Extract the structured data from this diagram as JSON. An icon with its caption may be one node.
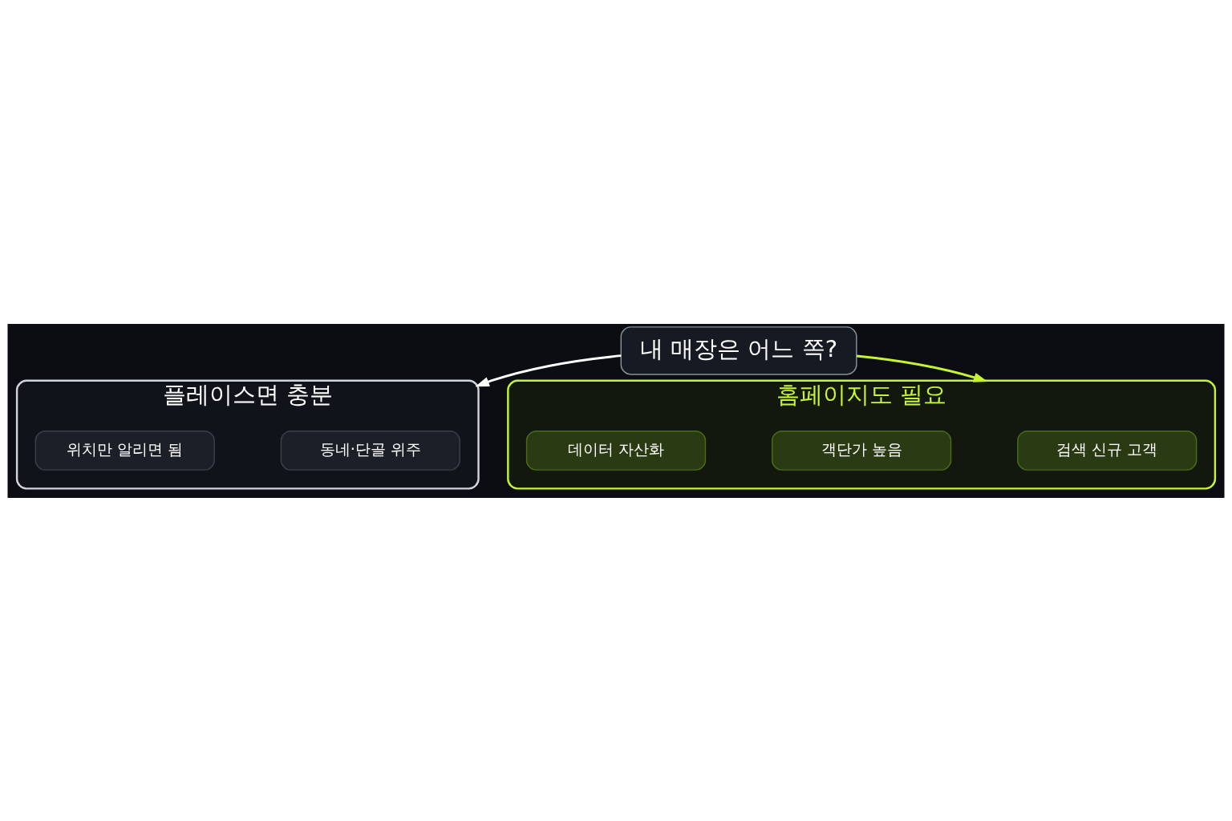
{
  "diagram": {
    "nodes": [
      {
        "text": [
          "내 매장은 어느 쪽?"
        ]
      },
      {
        "text": [
          "플레이스면 충분"
        ]
      },
      {
        "text": [
          "동네·단골 위주"
        ],
        "in": 1
      },
      {
        "text": [
          "위치만 알리면 됨"
        ],
        "in": 1
      },
      {
        "text": [
          "홈페이지도 필요"
        ]
      },
      {
        "text": [
          "검색 신규 고객"
        ],
        "in": 4
      },
      {
        "text": [
          "객단가 높음"
        ],
        "in": 4
      },
      {
        "text": [
          "데이터 자산화"
        ],
        "in": 4
      }
    ],
    "edges": [
      {
        "from": 0,
        "to": 1,
        "arrow": "to"
      },
      {
        "from": 0,
        "to": 4,
        "arrow": "to",
        "color": "#c6f432"
      }
    ]
  }
}
